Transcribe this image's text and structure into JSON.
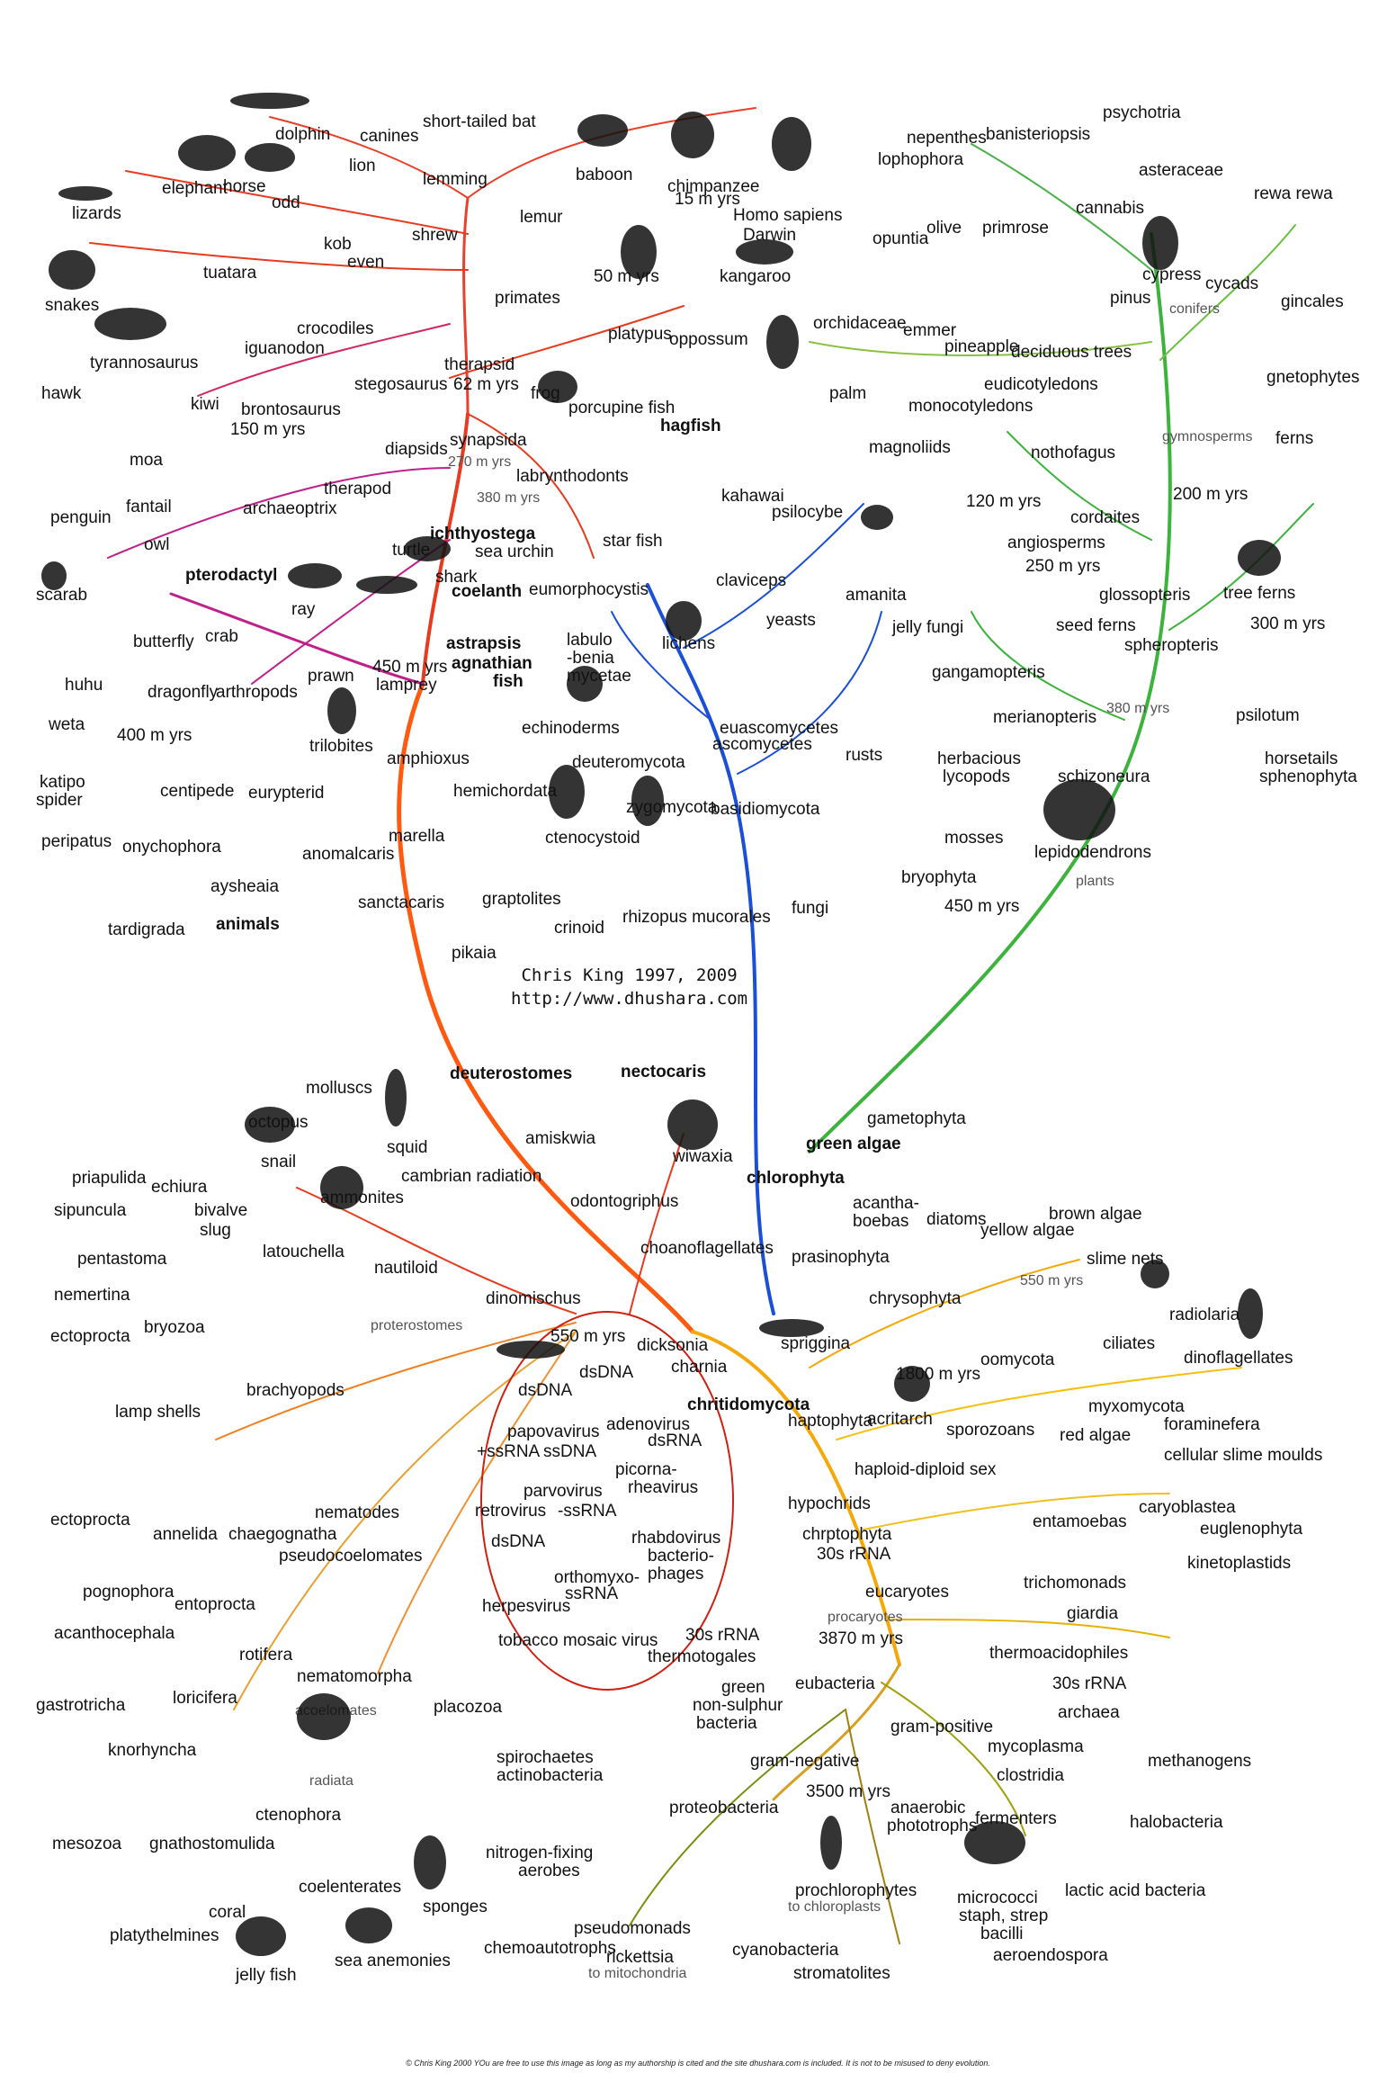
{
  "credit": {
    "author": "Chris King 1997, 2009",
    "url": "http://www.dhushara.com"
  },
  "copyright": "© Chris King 2000 YOu are free to use this image as long as my authorship is cited and the site dhushara.com is included. It is not to be misused to deny evolution.",
  "colors": {
    "animals": "#e83a1f",
    "animals2": "#c0208a",
    "fungi": "#1a4fd6",
    "plants": "#3cb33c",
    "protists": "#f5a80a",
    "bacteria": "#7a8f10",
    "virus_loop": "#d02010",
    "trunk": "#ff6a00",
    "mixed": "#d07020"
  },
  "labels": {
    "chimpanzee": "chimpanzee",
    "baboon": "baboon",
    "short_tailed_bat": "short-tailed bat",
    "canines": "canines",
    "lemming": "lemming",
    "dolphin": "dolphin",
    "lion": "lion",
    "elephant": "elephant",
    "horse": "horse",
    "odd": "odd",
    "kob": "kob",
    "even": "even",
    "shrew": "shrew",
    "lemur": "lemur",
    "primates": "primates",
    "homo": "Homo sapiens",
    "darwin": "Darwin",
    "m15": "15  m yrs",
    "m50": "50 m yrs",
    "kangaroo": "kangaroo",
    "platypus": "platypus",
    "oppossum": "oppossum",
    "lizards": "lizards",
    "snakes": "snakes",
    "tuatara": "tuatara",
    "crocodiles": "crocodiles",
    "iguanodon": "iguanodon",
    "tyrannosaurus": "tyrannosaurus",
    "stegosaurus": "stegosaurus",
    "hawk": "hawk",
    "kiwi": "kiwi",
    "brontosaurus": "brontosaurus",
    "m150": "150 m yrs",
    "moa": "moa",
    "diapsids": "diapsids",
    "therapsid": "therapsid",
    "m62": "62  m yrs",
    "frog": "frog",
    "synapsida": "synapsida",
    "m270": "270 m yrs",
    "porcupine_fish": "porcupine fish",
    "hagfish": "hagfish",
    "kahawai": "kahawai",
    "labrynthodonts": "labrynthodonts",
    "fantail": "fantail",
    "penguin": "penguin",
    "owl": "owl",
    "archaeoptrix": "archaeoptrix",
    "therapod": "therapod",
    "turtle": "turtle",
    "m380": "380 m yrs",
    "ichthyostega": "ichthyostega",
    "sea_urchin": "sea urchin",
    "star_fish": "star fish",
    "pterodactyl": "pterodactyl",
    "shark": "shark",
    "coelanth": "coelanth",
    "eumorphocystis": "eumorphocystis",
    "scarab": "scarab",
    "butterfly": "butterfly",
    "crab": "crab",
    "ray": "ray",
    "astrapsis": "astrapsis",
    "agnathian": "agnathian",
    "fish": "fish",
    "lamprey": "lamprey",
    "m450": "450 m yrs",
    "prawn": "prawn",
    "labulo": "labulo",
    "benia": "-benia",
    "mycetae": "mycetae",
    "huhu": "huhu",
    "dragonfly": "dragonfly",
    "arthropods": "arthropods",
    "weta": "weta",
    "m400": "400 m yrs",
    "echinoderms": "echinoderms",
    "trilobites": "trilobites",
    "katipo": "katipo",
    "spider": "spider",
    "centipede": "centipede",
    "eurypterid": "eurypterid",
    "amphioxus": "amphioxus",
    "hemichordata": "hemichordata",
    "deuteromycota": "deuteromycota",
    "peripatus": "peripatus",
    "onychophora": "onychophora",
    "anomalcaris": "anomalcaris",
    "marella": "marella",
    "ctenocystoid": "ctenocystoid",
    "aysheaia": "aysheaia",
    "tardigrada": "tardigrada",
    "animals": "animals",
    "sanctacaris": "sanctacaris",
    "graptolites": "graptolites",
    "crinoid": "crinoid",
    "pikaia": "pikaia",
    "nepenthes": "nepenthes",
    "banisteriopsis": "banisteriopsis",
    "psychotria": "psychotria",
    "lophophora": "lophophora",
    "asteraceae": "asteraceae",
    "rewa": "rewa rewa",
    "cannabis": "cannabis",
    "olive": "olive",
    "primrose": "primrose",
    "opuntia": "opuntia",
    "cypress": "cypress",
    "cycads": "cycads",
    "pinus": "pinus",
    "conifers": "conifers",
    "gincales": "gincales",
    "orchidaceae": "orchidaceae",
    "emmer": "emmer",
    "pineapple": "pineapple",
    "deciduous": "deciduous trees",
    "gnetophytes": "gnetophytes",
    "palm": "palm",
    "eudicot": "eudicotyledons",
    "monocot": "monocotyledons",
    "gymnosperms": "gymnosperms",
    "ferns": "ferns",
    "magnoliids": "magnoliids",
    "nothofagus": "nothofagus",
    "m200": "200 m yrs",
    "m120": "120 m yrs",
    "cordaites": "cordaites",
    "angiosperms": "angiosperms",
    "m250": "250 m yrs",
    "glossopteris": "glossopteris",
    "tree_ferns": "tree ferns",
    "seed_ferns": "seed ferns",
    "m300": "300 m yrs",
    "spheropteris": "spheropteris",
    "gangamopteris": "gangamopteris",
    "m380b": "380 m yrs",
    "psilotum": "psilotum",
    "merianopteris": "merianopteris",
    "horsetails": "horsetails",
    "sphenophyta": "sphenophyta",
    "schizoneura": "schizoneura",
    "herbacious": "herbacious",
    "lycopods": "lycopods",
    "mosses": "mosses",
    "lepidodendrons": "lepidodendrons",
    "bryophyta": "bryophyta",
    "plants": "plants",
    "m450b": "450 m yrs",
    "psilocybe": "psilocybe",
    "amanita": "amanita",
    "claviceps": "claviceps",
    "yeasts": "yeasts",
    "jelly_fungi": "jelly fungi",
    "lichens": "lichens",
    "euascomycetes": "euascomycetes",
    "ascomycetes": "ascomycetes",
    "rusts": "rusts",
    "zygomycota": "zygomycota",
    "basidiomycota": "basidiomycota",
    "rhizopus": "rhizopus mucorales",
    "fungi": "fungi",
    "molluscs": "molluscs",
    "octopus": "octopus",
    "squid": "squid",
    "snail": "snail",
    "deuterostomes": "deuterostomes",
    "nectocaris": "nectocaris",
    "amiskwia": "amiskwia",
    "wiwaxia": "wiwaxia",
    "cambrian": "cambrian radiation",
    "priapulida": "priapulida",
    "echiura": "echiura",
    "ammonites": "ammonites",
    "bivalve": "bivalve",
    "slug": "slug",
    "sipuncula": "sipuncula",
    "pentastoma": "pentastoma",
    "latouchella": "latouchella",
    "nautiloid": "nautiloid",
    "odontogriphus": "odontogriphus",
    "dinomischus": "dinomischus",
    "choanoflagellates": "choanoflagellates",
    "nemertina": "nemertina",
    "proterostomes": "proterostomes",
    "bryozoa": "bryozoa",
    "ectoprocta": "ectoprocta",
    "lamp_shells": "lamp shells",
    "brachyopods": "brachyopods",
    "m550": "550 m yrs",
    "dicksonia": "dicksonia",
    "charnia": "charnia",
    "spriggina": "spriggina",
    "ectoprocta2": "ectoprocta",
    "annelida": "annelida",
    "chaegognatha": "chaegognatha",
    "nematodes": "nematodes",
    "pseudocoelomates": "pseudocoelomates",
    "pognophora": "pognophora",
    "entoprocta": "entoprocta",
    "acanthocephala": "acanthocephala",
    "rotifera": "rotifera",
    "nematomorpha": "nematomorpha",
    "gastrotricha": "gastrotricha",
    "loricifera": "loricifera",
    "acoelomates": "acoelomates",
    "placozoa": "placozoa",
    "knorhyncha": "knorhyncha",
    "radiata": "radiata",
    "ctenophora": "ctenophora",
    "mesozoa": "mesozoa",
    "gnathostomulida": "gnathostomulida",
    "coelenterates": "coelenterates",
    "sponges": "sponges",
    "coral": "coral",
    "platythelmines": "platythelmines",
    "jelly_fish": "jelly fish",
    "sea_anemonies": "sea anemonies",
    "dsDNA1": "dsDNA",
    "dsDNA2": "dsDNA",
    "adenovirus": "adenovirus",
    "papovavirus": "papovavirus",
    "ssRNA_plus": "+ssRNA",
    "ssDNA": "ssDNA",
    "dsRNA": "dsRNA",
    "picorna": "picorna-",
    "rheavirus": "rheavirus",
    "parvovirus": "parvovirus",
    "retrovirus": "retrovirus",
    "ssRNA_minus": "-ssRNA",
    "rhabdovirus": "rhabdovirus",
    "dsDNA3": "dsDNA",
    "bacterio": "bacterio-",
    "phages": "phages",
    "orthomyxo": "orthomyxo-",
    "ssRNA2": "ssRNA",
    "herpesvirus": "herpesvirus",
    "tmv": "tobacco mosaic virus",
    "gametophyta": "gametophyta",
    "green_algae": "green algae",
    "chlorophyta": "chlorophyta",
    "acantha": "acantha-",
    "boebas": "boebas",
    "diatoms": "diatoms",
    "yellow_algae": "yellow algae",
    "brown_algae": "brown algae",
    "prasinophyta": "prasinophyta",
    "slime_nets": "slime nets",
    "chrysophyta": "chrysophyta",
    "m550b": "550 m yrs",
    "radiolaria": "radiolaria",
    "oomycota": "oomycota",
    "ciliates": "ciliates",
    "dinoflagellates": "dinoflagellates",
    "m1800": "1800 m yrs",
    "chritidomycota": "chritidomycota",
    "acritarch": "acritarch",
    "myxomycota": "myxomycota",
    "foraminefera": "foraminefera",
    "haptophyta": "haptophyta",
    "sporozoans": "sporozoans",
    "red_algae": "red algae",
    "cellular_slime": "cellular slime moulds",
    "haploid": "haploid-diploid sex",
    "hypochrids": "hypochrids",
    "caryoblastea": "caryoblastea",
    "entamoebas": "entamoebas",
    "euglenophyta": "euglenophyta",
    "chrptophyta": "chrptophyta",
    "kinetoplastids": "kinetoplastids",
    "r30s_1": "30s rRNA",
    "eucaryotes": "eucaryotes",
    "trichomonads": "trichomonads",
    "giardia": "giardia",
    "procaryotes": "procaryotes",
    "m3870": "3870 m yrs",
    "r30s_2": "30s rRNA",
    "thermoacidophiles": "thermoacidophiles",
    "r30s_3": "30s rRNA",
    "thermotogales": "thermotogales",
    "eubacteria": "eubacteria",
    "archaea": "archaea",
    "green": "green",
    "non_sulphur": "non-sulphur",
    "bacteria": "bacteria",
    "gram_positive": "gram-positive",
    "mycoplasma": "mycoplasma",
    "methanogens": "methanogens",
    "spirochaetes": "spirochaetes",
    "actinobacteria": "actinobacteria",
    "gram_negative": "gram-negative",
    "clostridia": "clostridia",
    "m3500": "3500 m yrs",
    "proteobacteria": "proteobacteria",
    "anaerobic": "anaerobic",
    "phototrophs": "phototrophs",
    "fermenters": "fermenters",
    "halobacteria": "halobacteria",
    "nitrogen": "nitrogen-fixing",
    "aerobes": "aerobes",
    "prochlorophytes": "prochlorophytes",
    "to_chloroplasts": "to chloroplasts",
    "micrococci": "micrococci",
    "staph": "staph, strep",
    "bacilli": "bacilli",
    "lactic": "lactic acid bacteria",
    "aeroendospora": "aeroendospora",
    "pseudomonads": "pseudomonads",
    "chemoautotrophs": "chemoautotrophs",
    "rickettsia": "rickettsia",
    "to_mitochondria": "to mitochondria",
    "cyanobacteria": "cyanobacteria",
    "stromatolites": "stromatolites"
  }
}
